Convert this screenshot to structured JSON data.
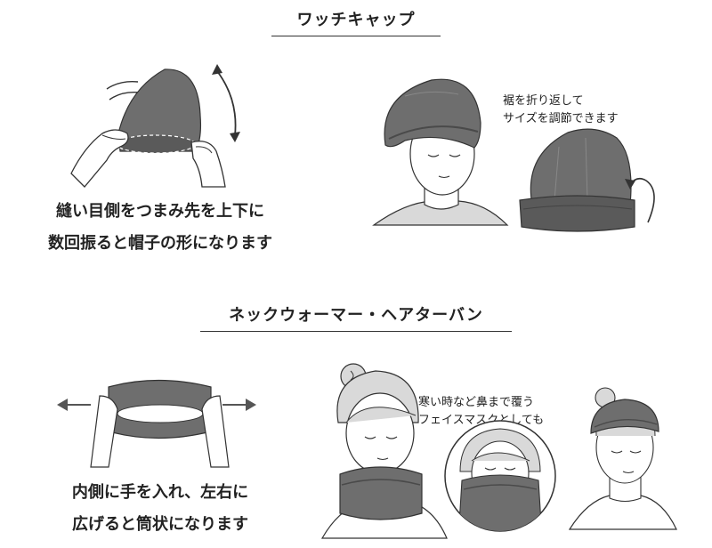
{
  "sections": {
    "watch_cap": {
      "title": "ワッチキャップ",
      "instruction_lines": [
        "縫い目側をつまみ先を上下に",
        "数回振ると帽子の形になります"
      ],
      "note_lines": [
        "裾を折り返して",
        "サイズを調節できます"
      ]
    },
    "neck_warmer": {
      "title": "ネックウォーマー・ヘアターバン",
      "instruction_lines": [
        "内側に手を入れ、左右に",
        "広げると筒状になります"
      ],
      "note_lines": [
        "寒い時など鼻まで覆う",
        "フェイスマスクとしても"
      ]
    }
  },
  "colors": {
    "fabric": "#6e6e6e",
    "fabric_dark": "#5a5a5a",
    "skin": "#ffffff",
    "hair": "#d9d9d9",
    "line": "#333333"
  }
}
